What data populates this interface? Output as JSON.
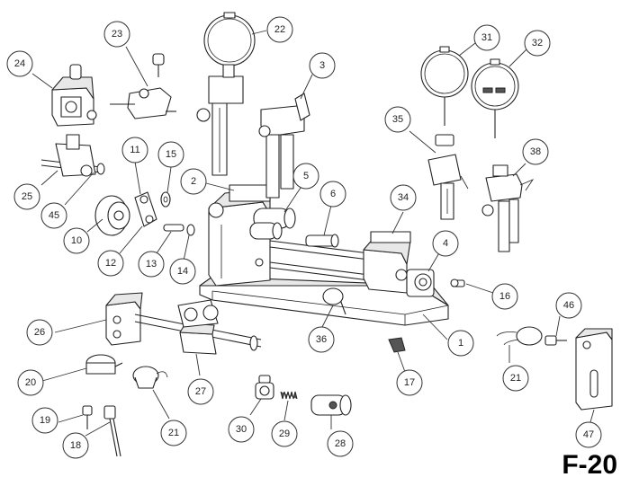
{
  "figure_label": "F-20",
  "callouts": [
    "1",
    "2",
    "3",
    "4",
    "5",
    "6",
    "10",
    "11",
    "12",
    "13",
    "14",
    "15",
    "16",
    "17",
    "18",
    "19",
    "20",
    "21",
    "21",
    "22",
    "23",
    "24",
    "25",
    "26",
    "27",
    "28",
    "29",
    "30",
    "31",
    "32",
    "34",
    "35",
    "36",
    "38",
    "45",
    "46",
    "47"
  ],
  "colors": {
    "line": "#222222",
    "background": "#ffffff",
    "part_fill": "#ffffff",
    "shade": "#e8e8e8"
  }
}
